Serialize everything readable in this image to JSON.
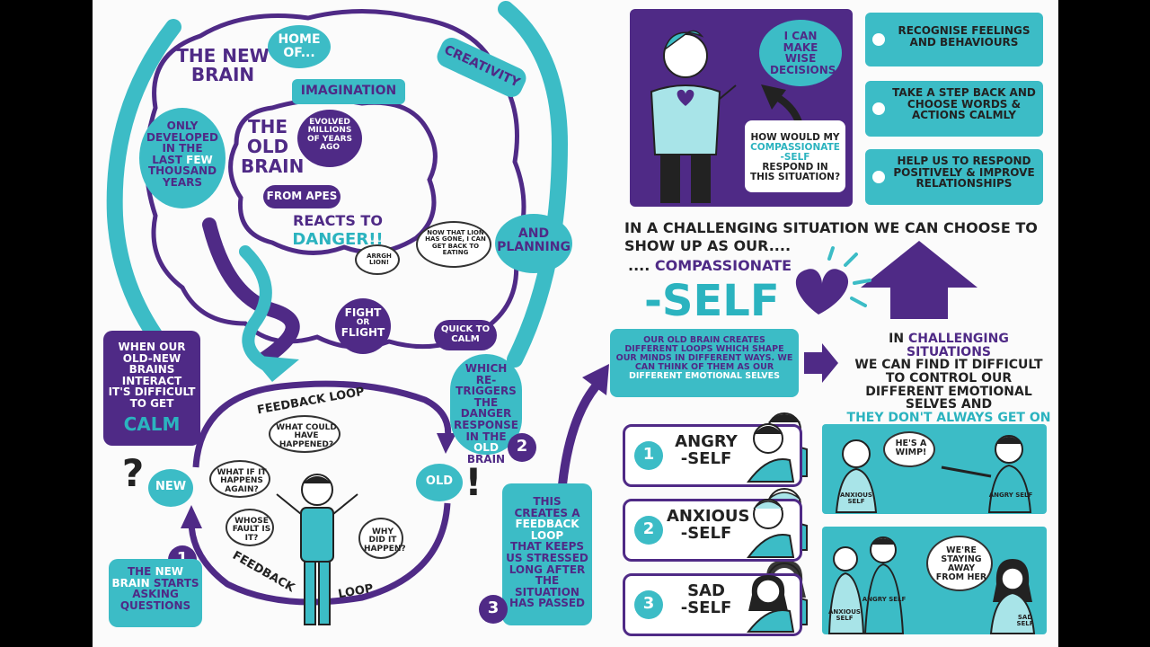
{
  "brain": {
    "new_brain_title": "THE NEW BRAIN",
    "home_of": "HOME OF...",
    "creativity": "CREATIVITY",
    "imagination": "IMAGINATION",
    "only_developed": [
      "ONLY",
      "DEVELOPED",
      "IN THE",
      "LAST"
    ],
    "few": "FEW",
    "thousand_years": [
      "THOUSAND",
      "YEARS"
    ],
    "old_brain_title": [
      "THE",
      "OLD",
      "BRAIN"
    ],
    "evolved": "EVOLVED MILLIONS OF YEARS AGO",
    "from_apes": "FROM APES",
    "reacts_to": "REACTS TO",
    "danger": "DANGER!!",
    "lion_text": "NOW THAT LION HAS GONE, I CAN GET BACK TO EATING",
    "arrgh": "ARRGH LION!",
    "and_planning": [
      "AND",
      "PLANNING"
    ],
    "fight_or_flight": [
      "FIGHT",
      "OR",
      "FLIGHT"
    ],
    "quick_to_calm": [
      "QUICK TO",
      "CALM"
    ]
  },
  "loop": {
    "when_our": [
      "WHEN OUR",
      "OLD-NEW BRAINS",
      "INTERACT",
      "IT'S DIFFICULT",
      "TO GET"
    ],
    "calm": "CALM",
    "feedback_loop_top": "FEEDBACK LOOP",
    "feedback_bottom": "FEEDBACK",
    "loop_bottom": "LOOP",
    "q_what_could": "WHAT COULD HAVE HAPPENED?",
    "q_what_if": "WHAT IF IT HAPPENS AGAIN?",
    "q_whose": "WHOSE FAULT IS IT?",
    "q_why": "WHY DID IT HAPPEN?",
    "new": "NEW",
    "old": "OLD",
    "question_mark": "?",
    "exclamation": "!",
    "step1": "1",
    "step2": "2",
    "step3": "3",
    "new_brain_starts": [
      "THE",
      "NEW",
      "BRAIN",
      "STARTS ASKING QUESTIONS"
    ],
    "which_retriggers": [
      "WHICH RE-TRIGGERS THE DANGER RESPONSE IN THE",
      "OLD",
      "BRAIN"
    ],
    "this_creates": [
      "THIS CREATES A",
      "FEEDBACK LOOP",
      "THAT KEEPS US STRESSED LONG AFTER THE SITUATION HAS PASSED"
    ]
  },
  "right": {
    "i_can": "I CAN MAKE WISE DECISIONS",
    "how_would_1": "HOW WOULD MY",
    "how_would_2": "COMPASSIONATE -SELF",
    "how_would_3": "RESPOND IN THIS SITUATION?",
    "benefits": [
      "RECOGNISE FEELINGS AND BEHAVIOURS",
      "TAKE A STEP BACK AND CHOOSE WORDS & ACTIONS CALMLY",
      "HELP US TO RESPOND POSITIVELY & IMPROVE RELATIONSHIPS"
    ],
    "challenging_1": "IN A CHALLENGING SITUATION WE CAN CHOOSE TO",
    "challenging_2": "SHOW UP AS OUR....",
    "dots": "....",
    "compassionate": "COMPASSIONATE",
    "self": "-SELF",
    "old_brain_creates": [
      "OUR OLD BRAIN CREATES DIFFERENT LOOPS WHICH SHAPE OUR MINDS IN DIFFERENT WAYS. WE CAN THINK OF THEM AS OUR",
      "DIFFERENT EMOTIONAL SELVES"
    ],
    "in_challenging_1": "IN",
    "in_challenging_2": "CHALLENGING SITUATIONS",
    "in_challenging_3": "WE CAN FIND IT DIFFICULT TO CONTROL OUR DIFFERENT EMOTIONAL SELVES AND",
    "dont_get_on": "THEY DON'T ALWAYS GET ON",
    "selves": [
      {
        "num": "1",
        "label1": "ANGRY",
        "label2": "-SELF"
      },
      {
        "num": "2",
        "label1": "ANXIOUS",
        "label2": "-SELF"
      },
      {
        "num": "3",
        "label1": "SAD",
        "label2": "-SELF"
      }
    ],
    "comic1_speech": "HE'S A WIMP!",
    "comic1_anxious": "ANXIOUS SELF",
    "comic1_angry": "ANGRY SELF",
    "comic2_speech": "WE'RE STAYING AWAY FROM HER",
    "comic2_anxious": "ANXIOUS SELF",
    "comic2_angry": "ANGRY SELF",
    "comic2_sad": "SAD SELF"
  },
  "colors": {
    "teal": "#3cbcc6",
    "purple": "#4f2a86",
    "ink": "#222222",
    "paper": "#fbfbfb"
  }
}
